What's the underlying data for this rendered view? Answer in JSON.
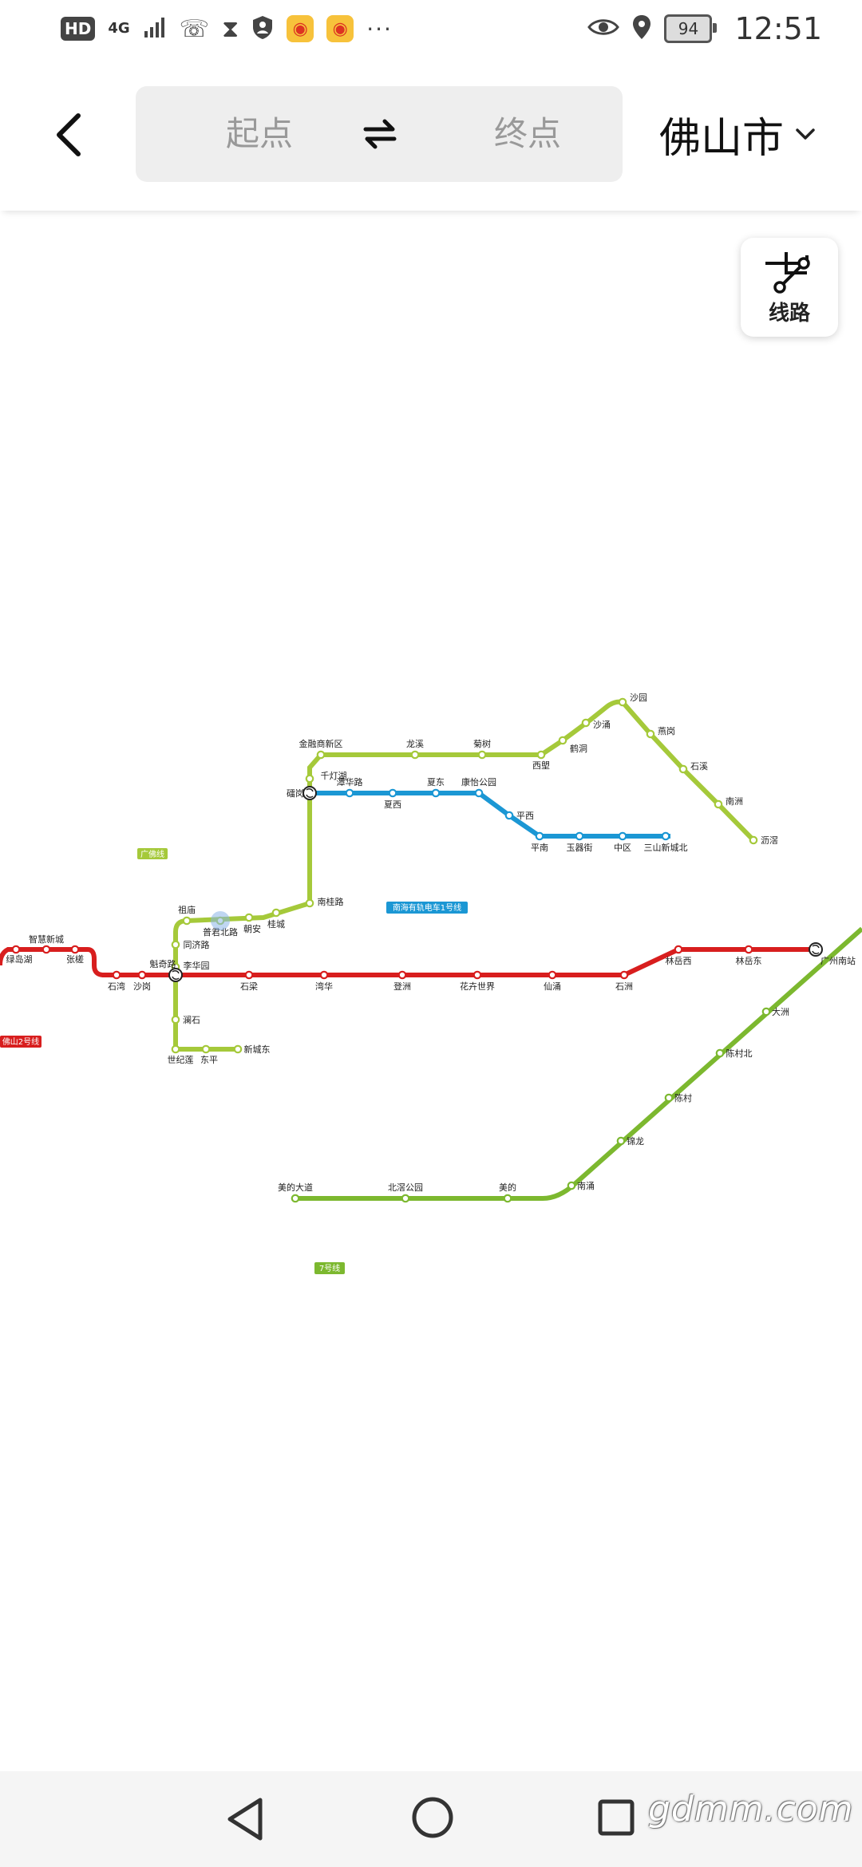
{
  "status_bar": {
    "hd": "HD",
    "network": "4G",
    "icons": [
      "signal-bars-icon",
      "missed-call-icon",
      "hourglass-icon",
      "shield-user-icon",
      "weibo-icon",
      "weibo-icon",
      "more-dots-icon"
    ],
    "right_icons": [
      "eye-icon",
      "location-pin-icon"
    ],
    "battery": "94",
    "time": "12:51"
  },
  "header": {
    "back_icon": "back-chevron-icon",
    "start_placeholder": "起点",
    "swap_icon": "swap-arrows-icon",
    "end_placeholder": "终点",
    "city": "佛山市",
    "city_chevron": "chevron-down-icon"
  },
  "lines_button": {
    "icon": "route-line-icon",
    "label": "线路"
  },
  "colors": {
    "line2": "#d81e1e",
    "guangfo": "#a5c93a",
    "tram1": "#1b97d4",
    "line7": "#7cb82f"
  },
  "map": {
    "line_tags": {
      "guangfo": "广佛线",
      "tram1": "南海有轨电车1号线",
      "line2": "佛山2号线",
      "line7": "7号线"
    },
    "stations": {
      "jinrong": "金融商新区",
      "longxi": "龙溪",
      "jushu": "菊树",
      "xilang": "西塱",
      "helong": "鹤洞",
      "shachong": "沙涌",
      "shayuan": "沙园",
      "yanggang": "燕岗",
      "shixi": "石溪",
      "nanzhou": "南洲",
      "lijiao": "沥滘",
      "qiandeng": "千灯湖",
      "huaxi": "潭华路",
      "leigang": "礌岗",
      "xiaxi": "夏西",
      "xiadong": "夏东",
      "kangyi": "康怡公园",
      "pingxi": "平西",
      "pingnan": "平南",
      "yujie": "玉器街",
      "zhongqu": "中区",
      "sanshan": "三山新城北",
      "zumiao": "祖庙",
      "pujunbei": "普君北路",
      "chaoan": "朝安",
      "guicheng": "桂城",
      "nanguilu": "南桂路",
      "tongjilu": "同济路",
      "lihuayuan": "李华园",
      "kuiqi": "魁奇路",
      "lanshi": "澜石",
      "shijilian": "世纪莲",
      "dongping": "东平",
      "xinchengdong": "新城东",
      "lvdaohu": "绿岛湖",
      "zhihui": "智慧新城",
      "zhangcha": "张槎",
      "shiwan": "石湾",
      "shagang": "沙岗",
      "shiliang": "石梁",
      "wanhua": "湾华",
      "dengzhou": "登洲",
      "huahui": "花卉世界",
      "xianyong": "仙涌",
      "shizhou": "石洲",
      "linyuexi": "林岳西",
      "linyuedong": "林岳东",
      "gznan": "广州南站",
      "dazhou": "大洲",
      "chencunbei": "陈村北",
      "chencun": "陈村",
      "jinlong": "锦龙",
      "nanyong": "南涌",
      "meidi": "美的",
      "beijiao": "北滘公园",
      "meididatong": "美的大道"
    }
  },
  "nav_bar": {
    "icons": [
      "nav-back-icon",
      "nav-home-icon",
      "nav-recent-icon"
    ],
    "watermark": "gdmm.com"
  }
}
